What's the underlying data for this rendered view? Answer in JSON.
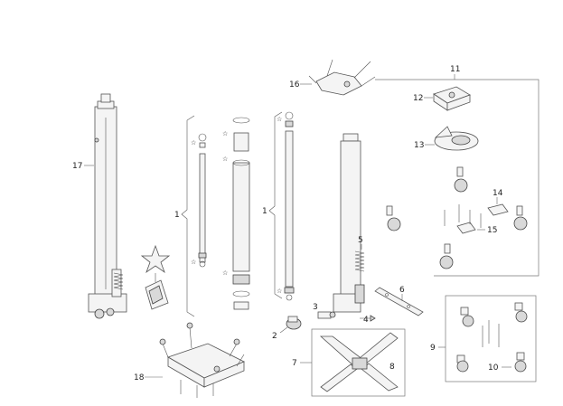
{
  "callouts": {
    "c1a": "1",
    "c1b": "1",
    "c2": "2",
    "c3": "3",
    "c4": "4",
    "c5": "5",
    "c6": "6",
    "c7": "7",
    "c8": "8",
    "c9": "9",
    "c10": "10",
    "c11": "11",
    "c12": "12",
    "c13": "13",
    "c14": "14",
    "c15": "15",
    "c16": "16",
    "c17": "17",
    "c18": "18"
  },
  "colors": {
    "stroke": "#555555",
    "fill": "#f4f4f4",
    "text": "#222222"
  }
}
